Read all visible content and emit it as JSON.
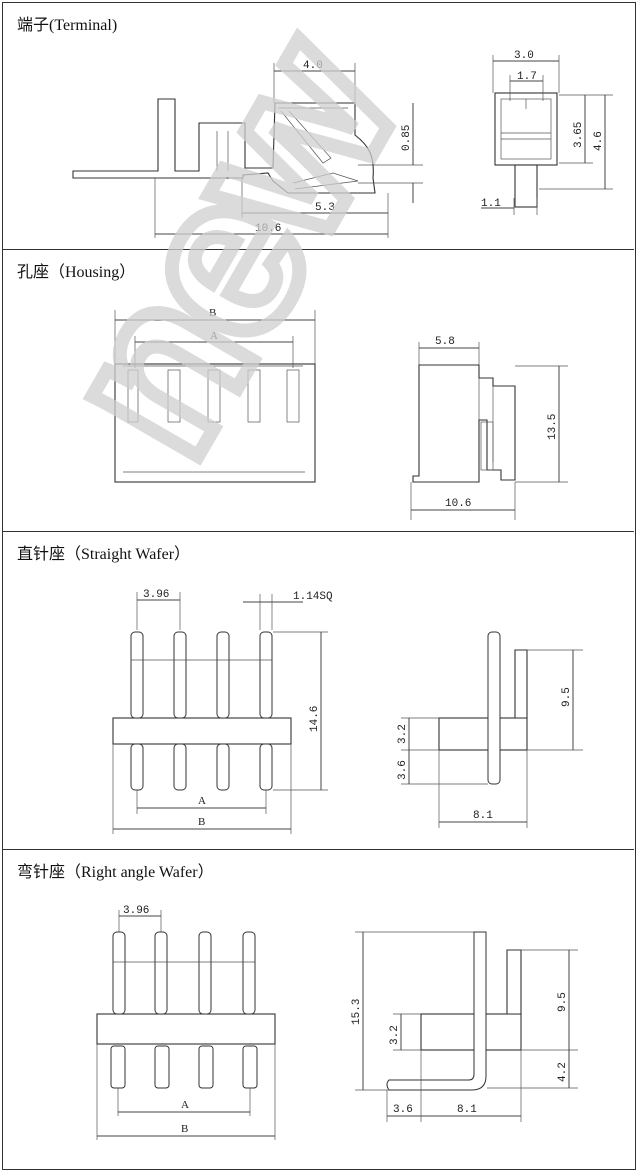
{
  "sections": [
    {
      "title": "端子(Terminal)",
      "dims": [
        "4.0",
        "0.85",
        "5.3",
        "10.6",
        "3.0",
        "1.7",
        "3.65",
        "4.6",
        "1.1"
      ]
    },
    {
      "title": "孔座（Housing）",
      "dims": [
        "B",
        "A",
        "5.8",
        "13.5",
        "10.6"
      ]
    },
    {
      "title": "直针座（Straight Wafer）",
      "dims": [
        "3.96",
        "1.14SQ",
        "14.6",
        "A",
        "B",
        "9.5",
        "3.2",
        "3.6",
        "8.1"
      ]
    },
    {
      "title": "弯针座（Right angle Wafer）",
      "dims": [
        "3.96",
        "A",
        "B",
        "15.3",
        "3.2",
        "9.5",
        "4.2",
        "3.6",
        "8.1"
      ]
    }
  ],
  "watermark": "new",
  "colors": {
    "line": "#333333",
    "watermark": "#d8d8d8"
  }
}
